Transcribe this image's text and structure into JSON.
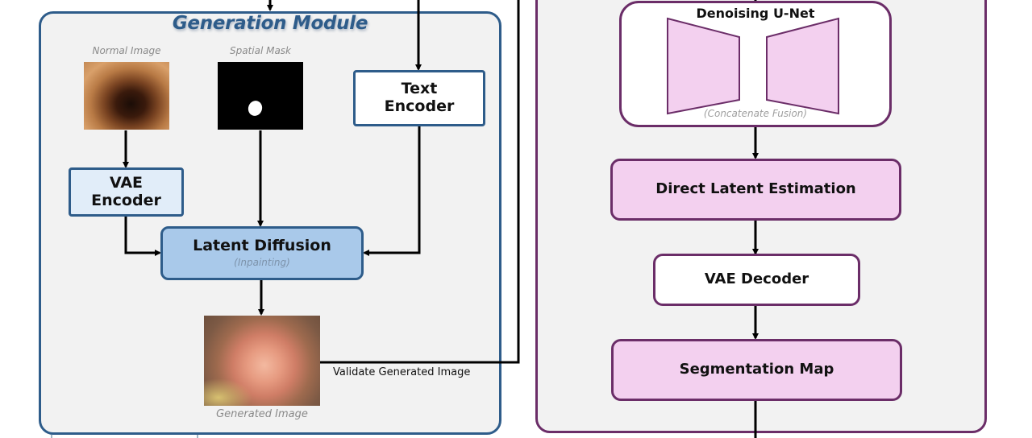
{
  "generation_module": {
    "title": "Generation Module",
    "inputs": {
      "normal_image_caption": "Normal Image",
      "spatial_mask_caption": "Spatial Mask"
    },
    "text_encoder": {
      "line1": "Text",
      "line2": "Encoder"
    },
    "vae_encoder": {
      "line1": "VAE",
      "line2": "Encoder"
    },
    "latent_diffusion": {
      "title": "Latent Diffusion",
      "subtitle": "(Inpainting)"
    },
    "generated_image_caption": "Generated Image",
    "validate_label": "Validate Generated Image"
  },
  "segmentation_module": {
    "unet": {
      "title": "Denoising U-Net",
      "subtitle": "(Concatenate Fusion)"
    },
    "direct_latent_estimation": "Direct Latent Estimation",
    "vae_decoder": "VAE Decoder",
    "segmentation_map": "Segmentation Map"
  },
  "colors": {
    "generation_border": "#2e5c8a",
    "segmentation_border": "#6b2d68",
    "latent_diffusion_fill": "#a9c9ea",
    "vae_encoder_fill": "#e1edf9",
    "pink_fill": "#f3d0ef",
    "panel_bg": "#f2f2f2"
  }
}
